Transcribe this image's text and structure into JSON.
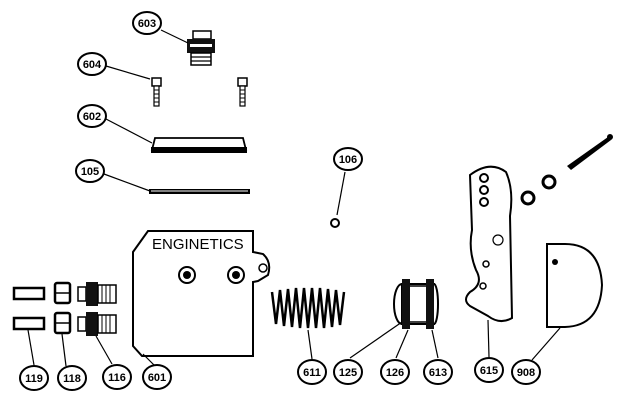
{
  "diagram": {
    "brand_text": "ENGINETICS",
    "callouts": {
      "c603": "603",
      "c604": "604",
      "c602": "602",
      "c105": "105",
      "c106": "106",
      "c119": "119",
      "c118": "118",
      "c116": "116",
      "c601": "601",
      "c611": "611",
      "c125": "125",
      "c126": "126",
      "c613": "613",
      "c615": "615",
      "c908": "908"
    }
  }
}
